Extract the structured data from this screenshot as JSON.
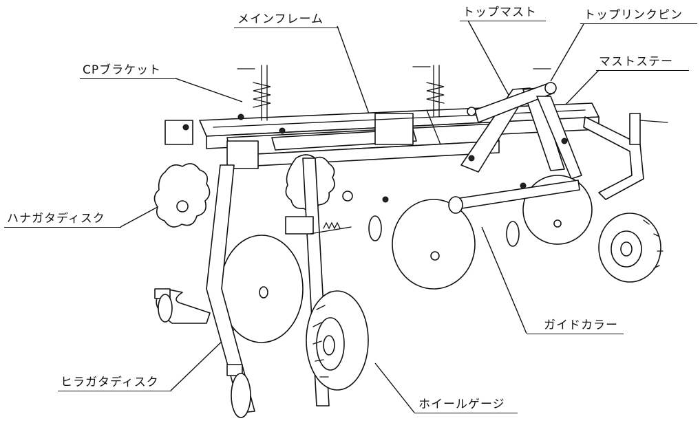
{
  "labels": {
    "main_frame": "メインフレーム",
    "top_mast": "トップマスト",
    "top_link_pin": "トップリンクピン",
    "cp_bracket": "CPブラケット",
    "mast_stay": "マストステー",
    "hanagata_disc": "ハナガタディスク",
    "guide_collar": "ガイドカラー",
    "hiragata_disc": "ヒラガタディスク",
    "wheel_gauge": "ホイールゲージ"
  }
}
